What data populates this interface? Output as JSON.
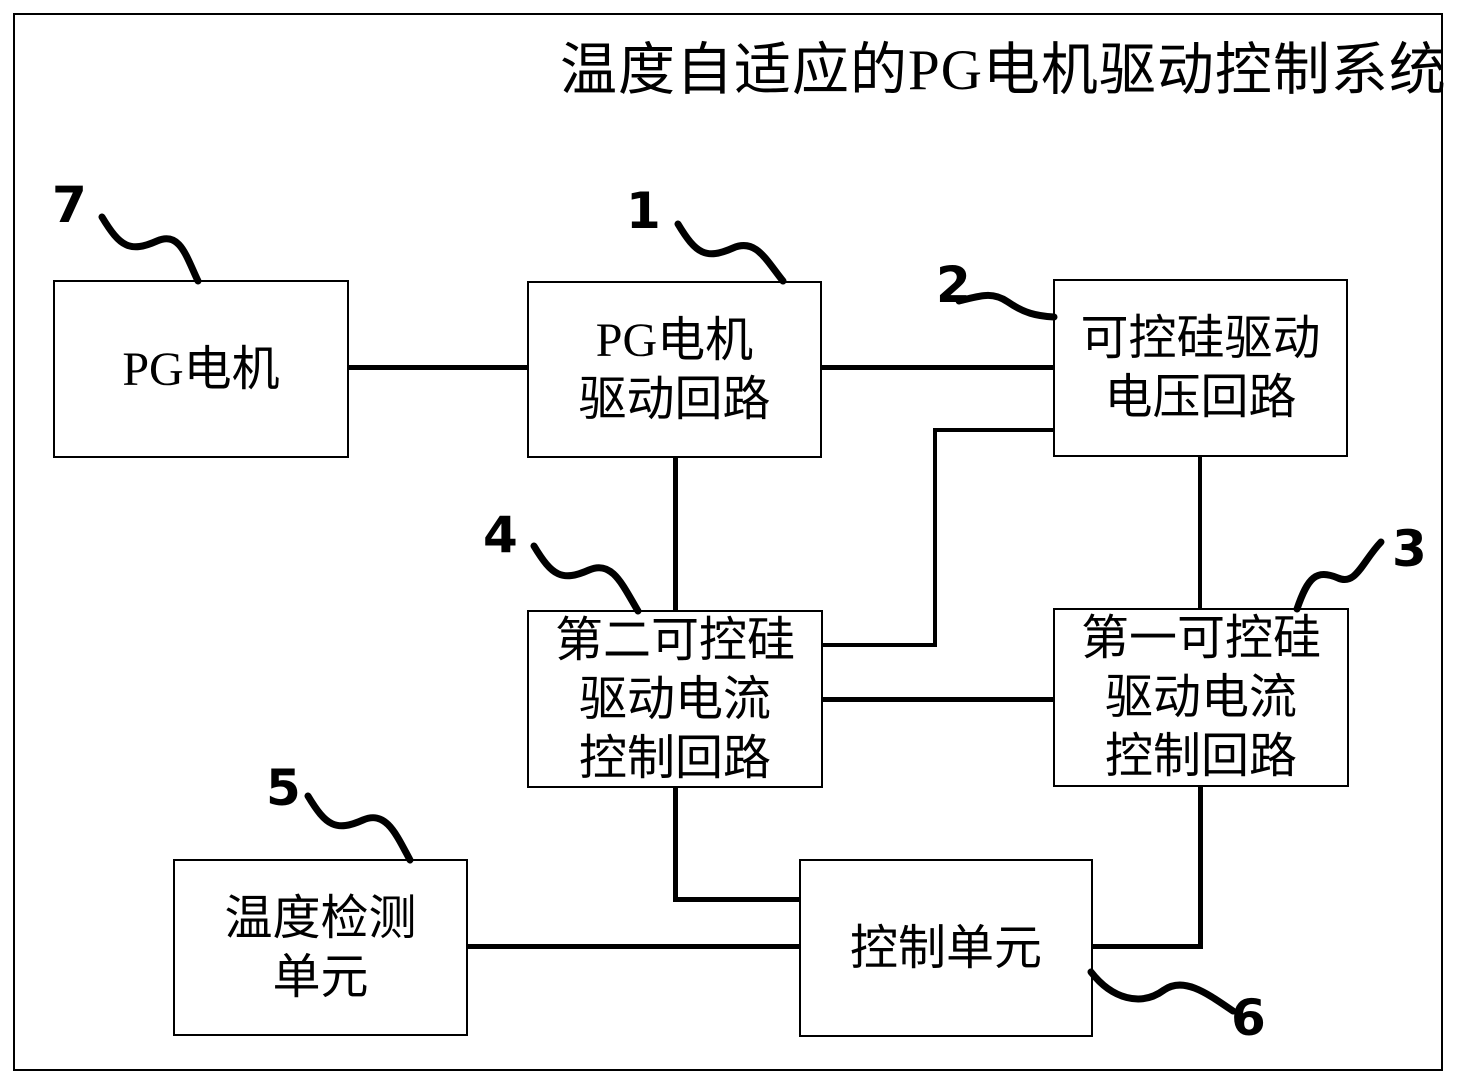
{
  "title": "温度自适应的PG电机驱动控制系统",
  "colors": {
    "ink": "#000000",
    "paper": "#ffffff"
  },
  "blocks": {
    "pg_motor": {
      "ref": "7",
      "label": "PG电机"
    },
    "pg_drive": {
      "ref": "1",
      "label": "PG电机\n驱动回路"
    },
    "scr_voltage": {
      "ref": "2",
      "label": "可控硅驱动\n电压回路"
    },
    "first_scr_current": {
      "ref": "3",
      "label": "第一可控硅\n驱动电流\n控制回路"
    },
    "second_scr_current": {
      "ref": "4",
      "label": "第二可控硅\n驱动电流\n控制回路"
    },
    "temp_detect": {
      "ref": "5",
      "label": "温度检测\n单元"
    },
    "control_unit": {
      "ref": "6",
      "label": "控制单元"
    }
  },
  "connections": [
    {
      "from": "pg_motor",
      "to": "pg_drive"
    },
    {
      "from": "pg_drive",
      "to": "scr_voltage"
    },
    {
      "from": "pg_drive",
      "to": "second_scr_current"
    },
    {
      "from": "scr_voltage",
      "to": "second_scr_current"
    },
    {
      "from": "scr_voltage",
      "to": "first_scr_current"
    },
    {
      "from": "second_scr_current",
      "to": "first_scr_current"
    },
    {
      "from": "second_scr_current",
      "to": "control_unit"
    },
    {
      "from": "first_scr_current",
      "to": "control_unit"
    },
    {
      "from": "temp_detect",
      "to": "control_unit"
    }
  ]
}
